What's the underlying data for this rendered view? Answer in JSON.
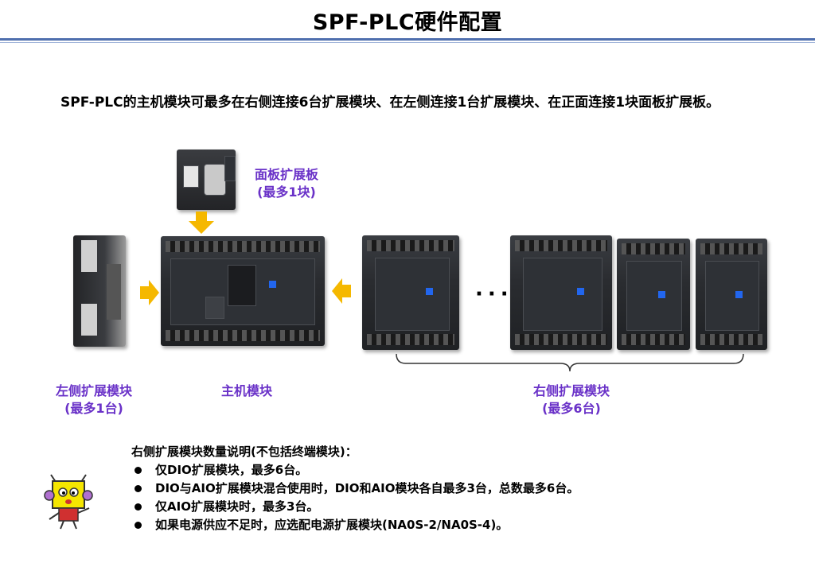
{
  "title": "SPF-PLC硬件配置",
  "intro": "SPF-PLC的主机模块可最多在右侧连接6台扩展模块、在左侧连接1台扩展模块、在正面连接1块面板扩展板。",
  "labels": {
    "panel_board": [
      "面板扩展板",
      "(最多1块)"
    ],
    "left_module": [
      "左侧扩展模块",
      "(最多1台)"
    ],
    "main_module": "主机模块",
    "right_module": [
      "右侧扩展模块",
      "(最多6台)"
    ]
  },
  "ellipsis": "···",
  "notes": {
    "heading": "右侧扩展模块数量说明(不包括终端模块)：",
    "items": [
      "仅DIO扩展模块，最多6台。",
      "DIO与AIO扩展模块混合使用时，DIO和AIO模块各自最多3台，总数最多6台。",
      "仅AIO扩展模块时，最多3台。",
      "如果电源供应不足时，应选配电源扩展模块(NA0S-2/NA0S-4)。"
    ]
  },
  "colors": {
    "label_purple": "#6a32c8",
    "arrow_yellow": "#f5b800",
    "rule_blue": "#4f6fae"
  },
  "icons": [
    "arrow-right-icon",
    "arrow-left-icon",
    "arrow-down-icon",
    "mascot-icon",
    "brace-icon"
  ]
}
